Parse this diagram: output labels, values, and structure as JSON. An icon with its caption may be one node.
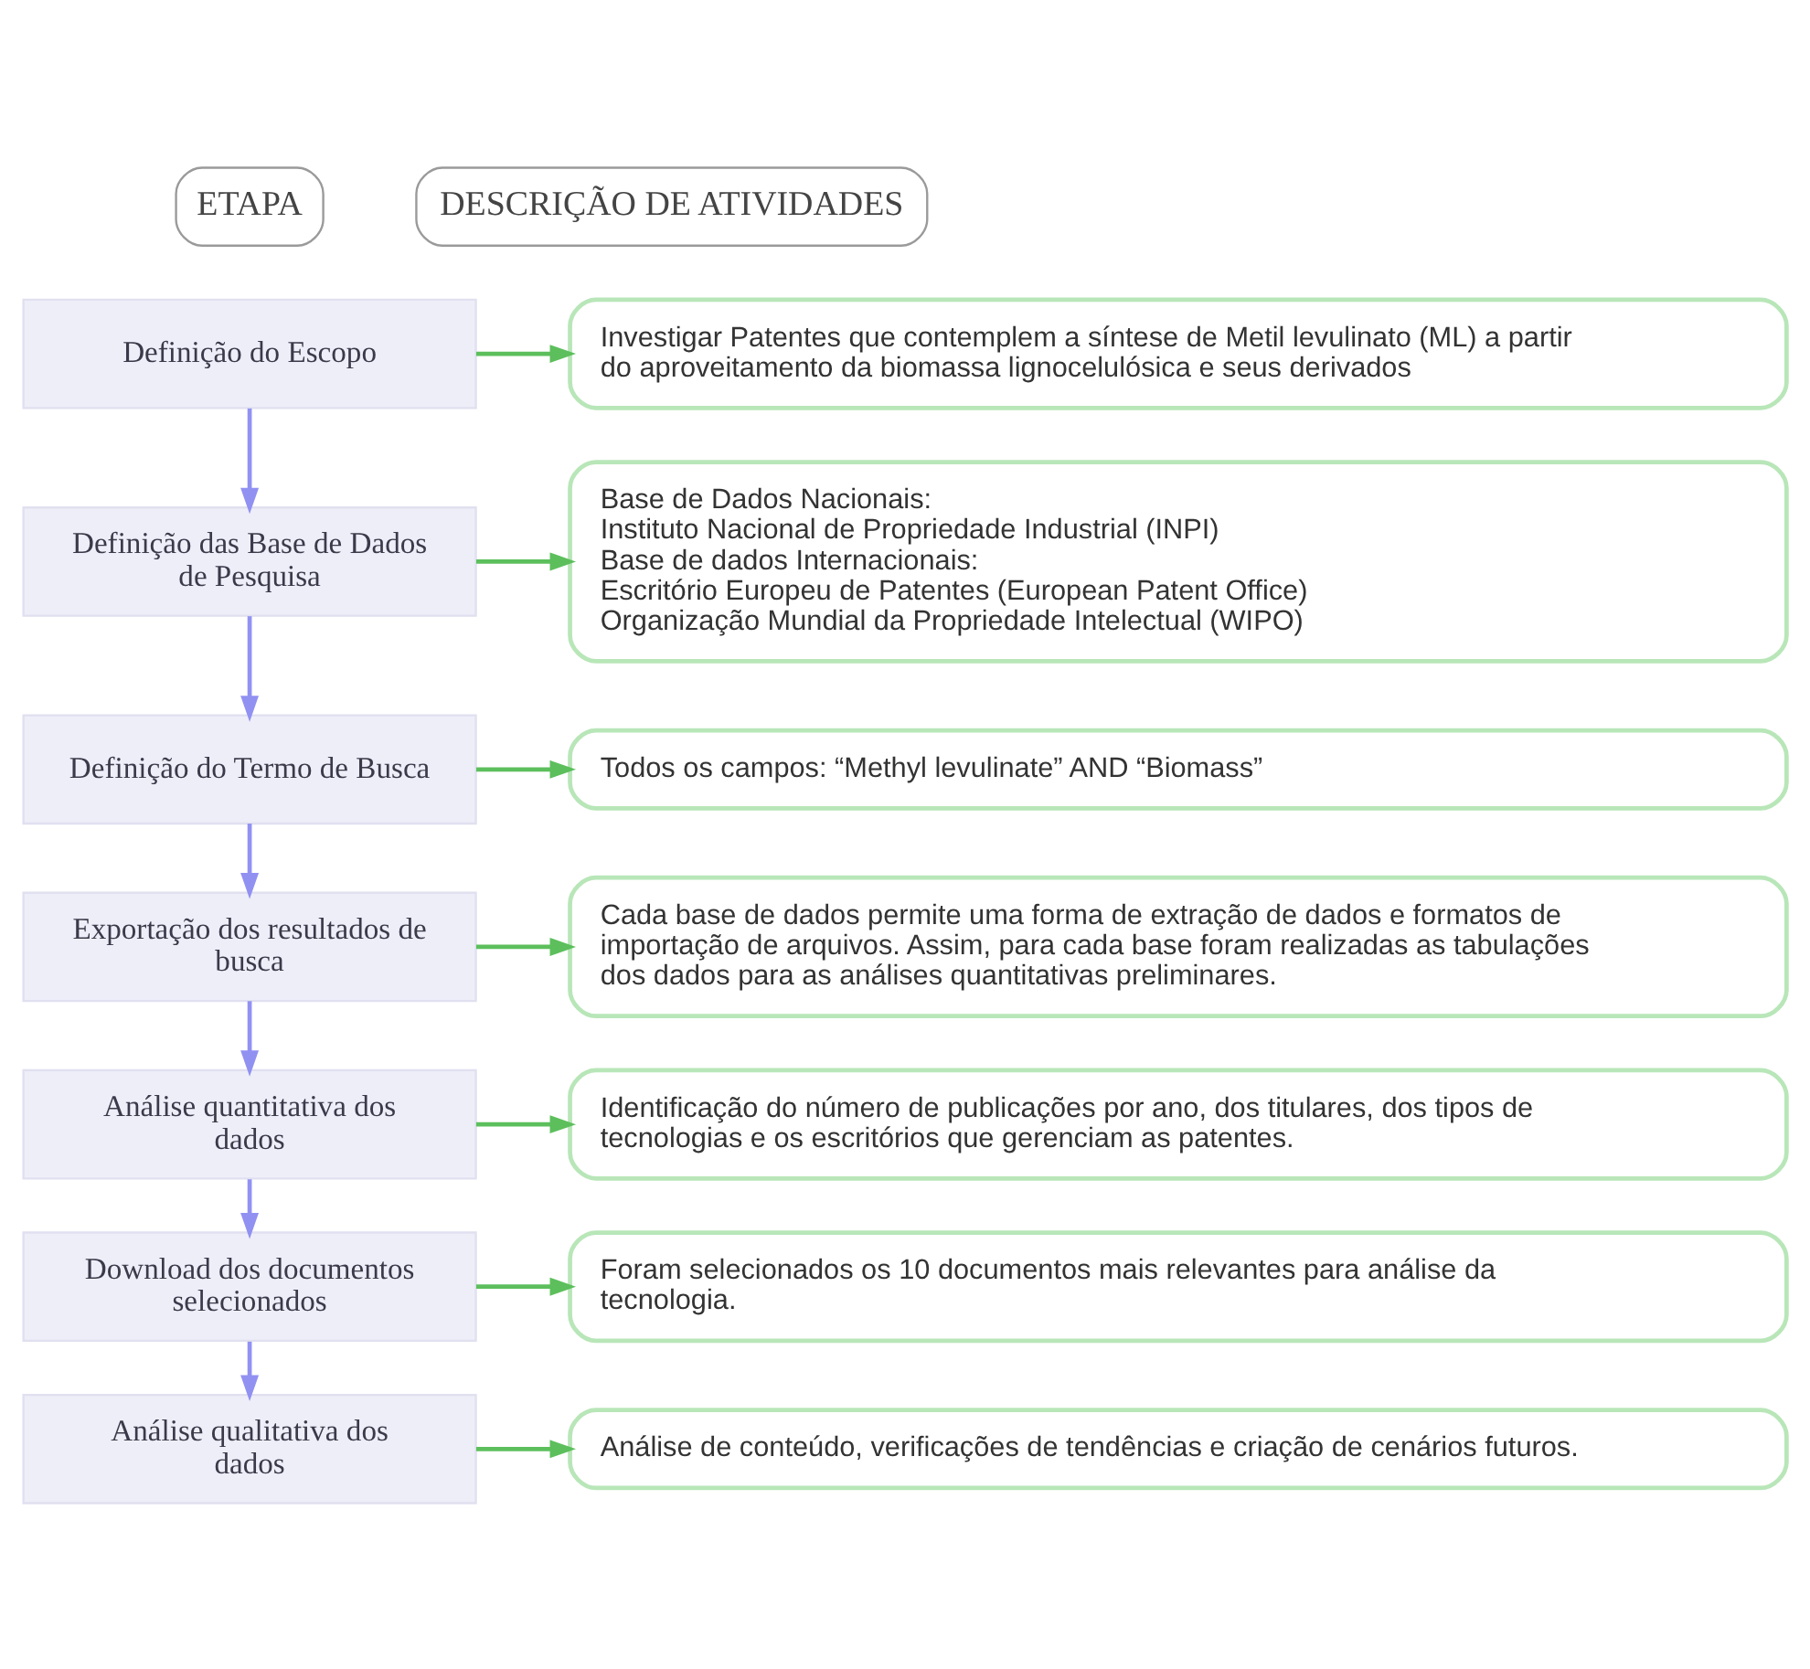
{
  "diagram": {
    "nodes": [
      {
        "text": [
          "ETAPA"
        ]
      },
      {
        "text": [
          "DESCRIÇÃO DE ATIVIDADES"
        ]
      },
      {
        "text": [
          "Definição do Escopo"
        ]
      },
      {
        "text": [
          "Investigar Patentes que contemplem a síntese de Metil levulinato (ML) a partir do aproveitamento da biomassa lignocelulósica e seus derivados"
        ]
      },
      {
        "text": [
          "Definição das Base de Dados de Pesquisa"
        ]
      },
      {
        "text": [
          "Base de Dados Nacionais:",
          "Instituto Nacional de Propriedade Industrial (INPI)",
          "Base de dados Internacionais:",
          "Escritório Europeu de Patentes (European Patent Office)",
          "Organização Mundial da Propriedade Intelectual (WIPO)"
        ]
      },
      {
        "text": [
          "Definição do Termo de Busca"
        ]
      },
      {
        "text": [
          "Todos os campos: “Methyl levulinate” AND “Biomass”"
        ]
      },
      {
        "text": [
          "Exportação dos resultados de busca"
        ]
      },
      {
        "text": [
          "Cada base de dados permite uma forma de extração de dados e formatos de importação de arquivos. Assim, para cada base foram realizadas as tabulações dos dados para as análises quantitativas preliminares."
        ]
      },
      {
        "text": [
          "Análise quantitativa dos dados"
        ]
      },
      {
        "text": [
          "Identificação do número de publicações por ano, dos titulares, dos tipos de tecnologias e os escritórios que gerenciam as patentes."
        ]
      },
      {
        "text": [
          "Download dos documentos selecionados"
        ]
      },
      {
        "text": [
          "Foram selecionados os 10 documentos mais relevantes para análise da tecnologia."
        ]
      },
      {
        "text": [
          "Análise qualitativa dos dados"
        ]
      },
      {
        "text": [
          "Análise de conteúdo, verificações de tendências e criação de cenários futuros."
        ]
      }
    ],
    "edges": [
      {
        "from": 2,
        "to": 3,
        "arrow": "to"
      },
      {
        "from": 2,
        "to": 4,
        "arrow": "to",
        "color": "#9191f2"
      },
      {
        "from": 4,
        "to": 5,
        "arrow": "to"
      },
      {
        "from": 4,
        "to": 6,
        "arrow": "to",
        "color": "#9191f2"
      },
      {
        "from": 6,
        "to": 7,
        "arrow": "to"
      },
      {
        "from": 6,
        "to": 8,
        "arrow": "to",
        "color": "#9191f2"
      },
      {
        "from": 8,
        "to": 9,
        "arrow": "to"
      },
      {
        "from": 8,
        "to": 10,
        "arrow": "to",
        "color": "#9191f2"
      },
      {
        "from": 10,
        "to": 11,
        "arrow": "to"
      },
      {
        "from": 10,
        "to": 12,
        "arrow": "to",
        "color": "#9191f2"
      },
      {
        "from": 12,
        "to": 13,
        "arrow": "to"
      },
      {
        "from": 12,
        "to": 14,
        "arrow": "to",
        "color": "#9191f2"
      },
      {
        "from": 14,
        "to": 15,
        "arrow": "to"
      }
    ]
  }
}
